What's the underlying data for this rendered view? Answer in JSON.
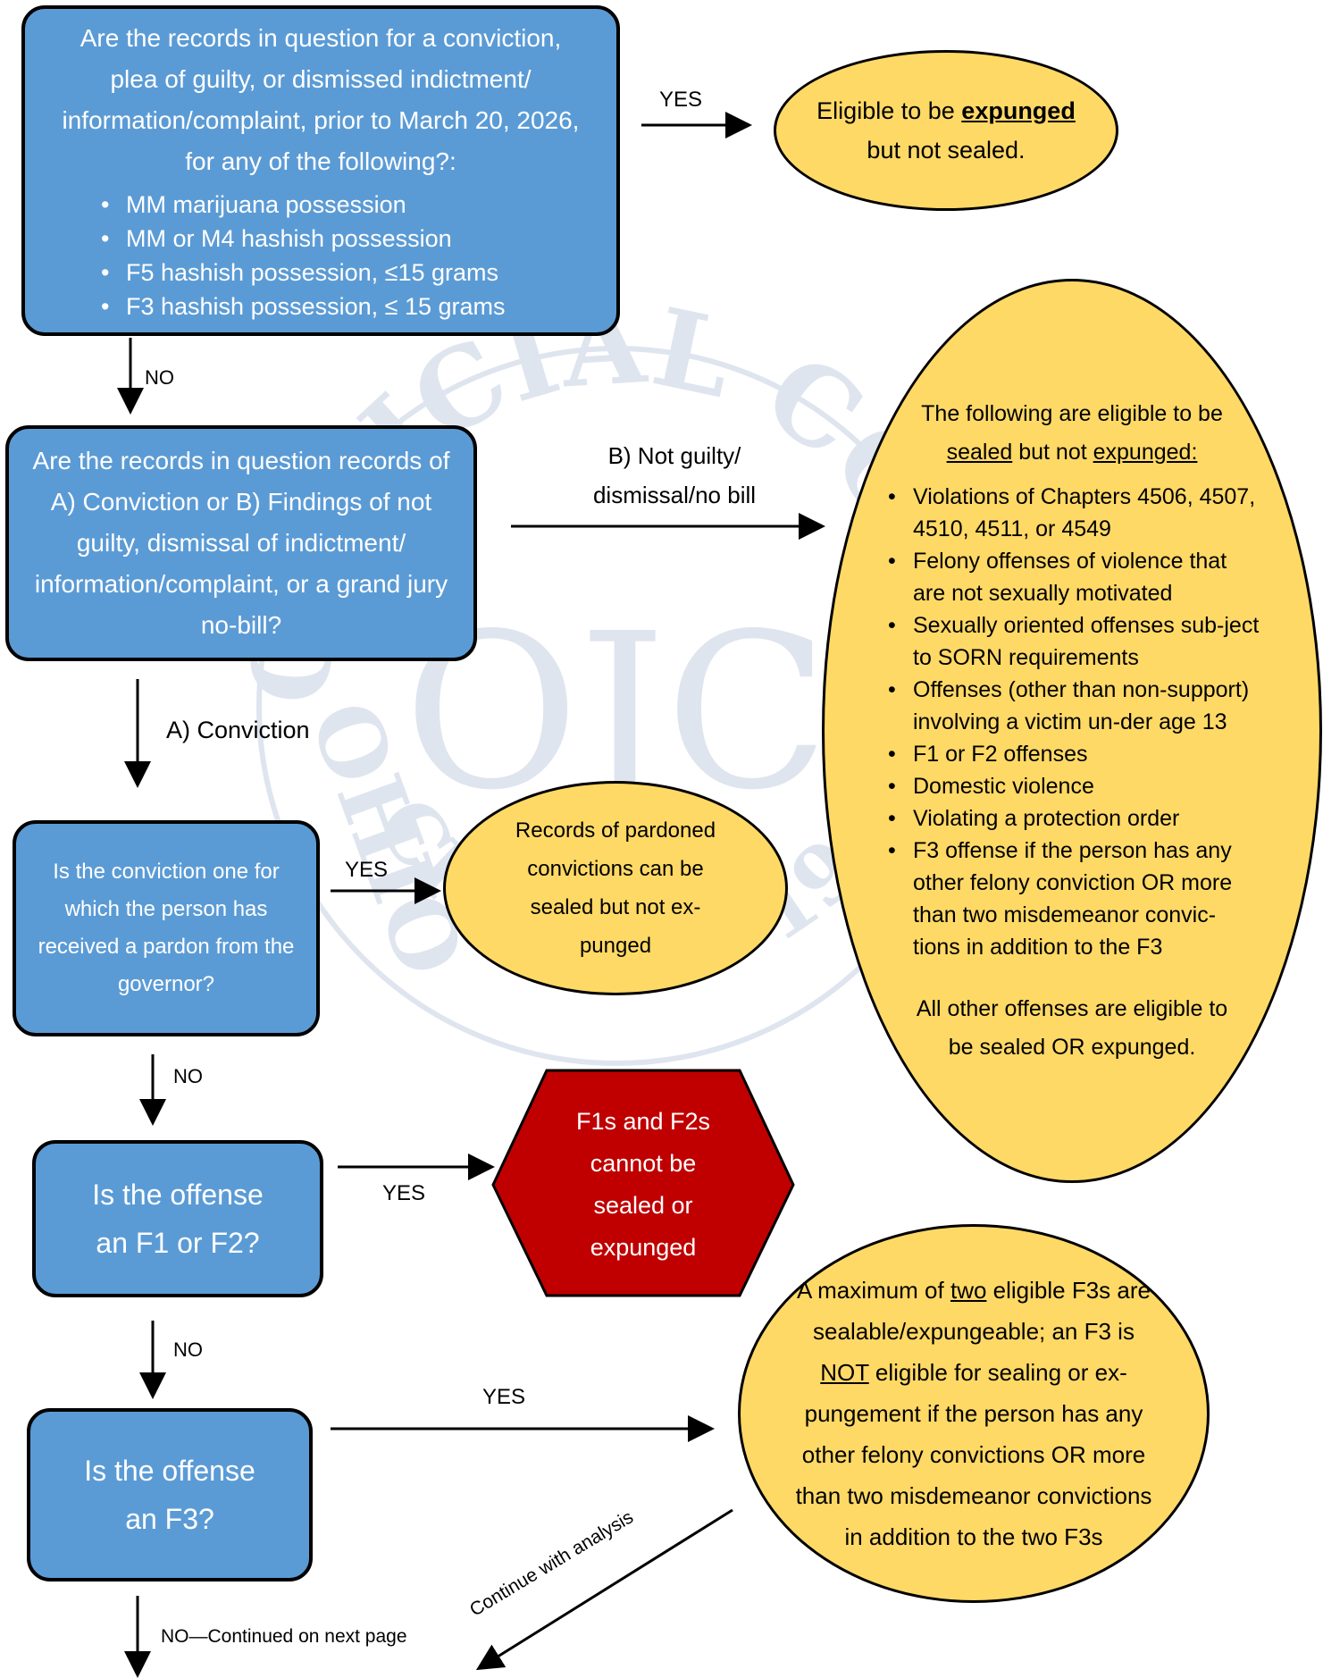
{
  "watermark": {
    "arc_text": "OFFICIAL CO",
    "side_text": "OHIO",
    "monogram": "OJC",
    "bottom_text": "CREATED 1963"
  },
  "q1": {
    "question": "Are the records in question for a conviction, plea of guilty, or dismissed indictment/ information/complaint, prior to March 20, 2026, for any of the following?:",
    "items": [
      "MM marijuana possession",
      "MM or M4 hashish possession",
      "F5 hashish possession, ≤15 grams",
      "F3 hashish possession, ≤ 15 grams"
    ]
  },
  "yes1": "YES",
  "r1": {
    "pre": "Eligible to be",
    "emph": "expunged",
    "post": "but not sealed."
  },
  "no1": "NO",
  "q2": "Are the records in question records of A) Conviction or B) Findings of not guilty, dismissal of indictment/ information/complaint, or a grand jury no-bill?",
  "b_label": "B) Not guilty/ dismissal/no bill",
  "r2": {
    "intro_pre": "The following are eligible to be",
    "intro_sealed": "sealed",
    "intro_mid": "but not",
    "intro_expunged": "expunged:",
    "items": [
      "Violations of Chapters 4506, 4507, 4510, 4511, or 4549",
      "Felony offenses of violence that are not sexually motivated",
      "Sexually oriented offenses sub-ject to SORN requirements",
      "Offenses (other than non-support) involving a victim un-der age 13",
      "F1 or F2 offenses",
      "Domestic violence",
      "Violating a protection order",
      "F3 offense if the person has any other felony conviction OR more than two misdemeanor convic-tions in addition to the  F3"
    ],
    "outro": "All other offenses are eligible to be sealed OR expunged."
  },
  "a_label": "A) Conviction",
  "q3": "Is the conviction one for which the person has received a pardon from the governor?",
  "yes3": "YES",
  "r3": "Records of pardoned convictions can be sealed but not ex-punged",
  "no3": "NO",
  "q4": "Is the offense an F1 or F2?",
  "yes4": "YES",
  "r4": "F1s and F2s cannot be sealed or expunged",
  "no4": "NO",
  "q5": "Is the offense an F3?",
  "yes5": "YES",
  "r5": {
    "pre": "A maximum of",
    "two": "two",
    "mid": "eligible F3s are sealable/expungeable; an F3 is",
    "not": "NOT",
    "post": "eligible for sealing or ex-pungement if the person has any other felony convictions OR more than two misdemeanor convictions in addition to the two F3s"
  },
  "continue_label": "Continue with analysis",
  "no5": "NO—Continued on next page",
  "colors": {
    "box_blue": "#5b9bd5",
    "oval_yellow": "#ffd966",
    "stop_red": "#c00000",
    "watermark": "#8fa3c4"
  }
}
